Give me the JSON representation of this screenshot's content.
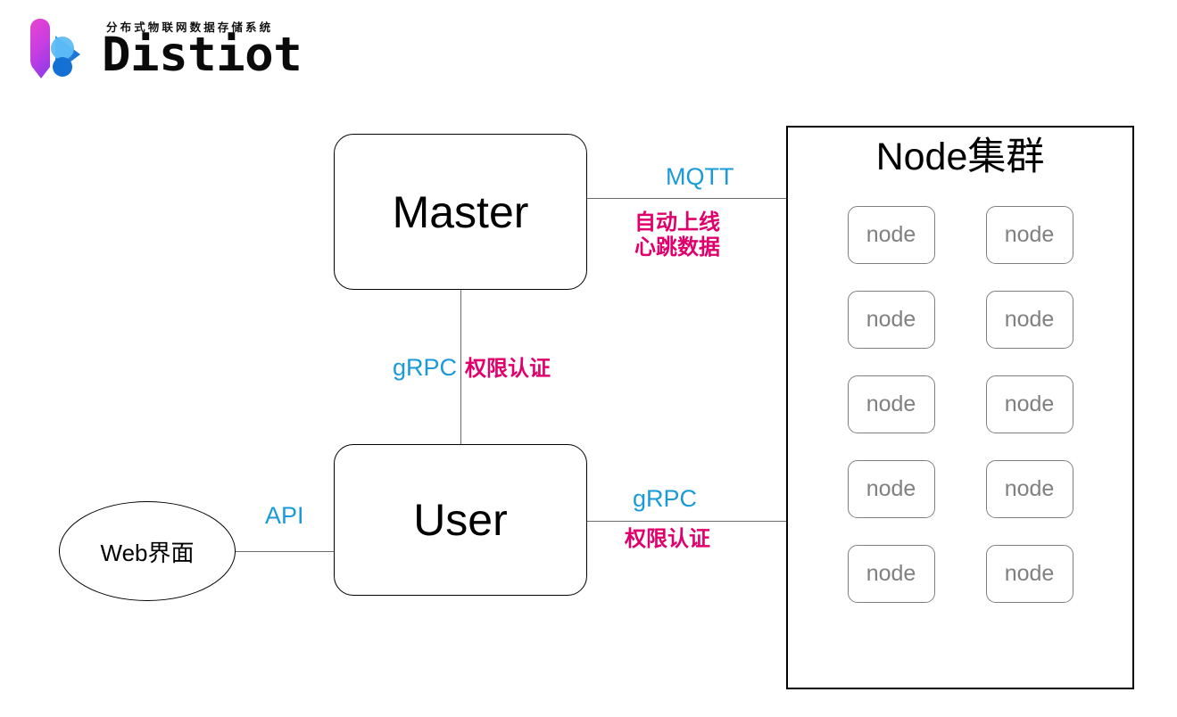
{
  "logo": {
    "tagline": "分布式物联网数据存储系统",
    "wordmark": "Distiot",
    "mark_colors": {
      "magenta_top": "#e243d6",
      "magenta_bottom": "#a33ce0",
      "blue_light": "#56b8f0",
      "blue_dark": "#1672d6"
    }
  },
  "colors": {
    "protocol_label": "#1a9ad8",
    "note_label": "#e0006c",
    "node_border": "#808080",
    "node_text": "#808080",
    "box_border": "#000000",
    "connector": "#6b6b6b",
    "background": "#ffffff"
  },
  "nodes_panel": {
    "title": "Node集群",
    "node_label": "node",
    "node_count": 10,
    "rows": 5,
    "columns": 2
  },
  "boxes": {
    "master": "Master",
    "user": "User",
    "web": "Web界面"
  },
  "edges": {
    "master_to_nodes": {
      "protocol": "MQTT",
      "notes": [
        "自动上线",
        "心跳数据"
      ]
    },
    "master_to_user": {
      "protocol": "gRPC",
      "note": "权限认证"
    },
    "user_to_nodes": {
      "protocol": "gRPC",
      "note": "权限认证"
    },
    "web_to_user": {
      "protocol": "API"
    }
  }
}
